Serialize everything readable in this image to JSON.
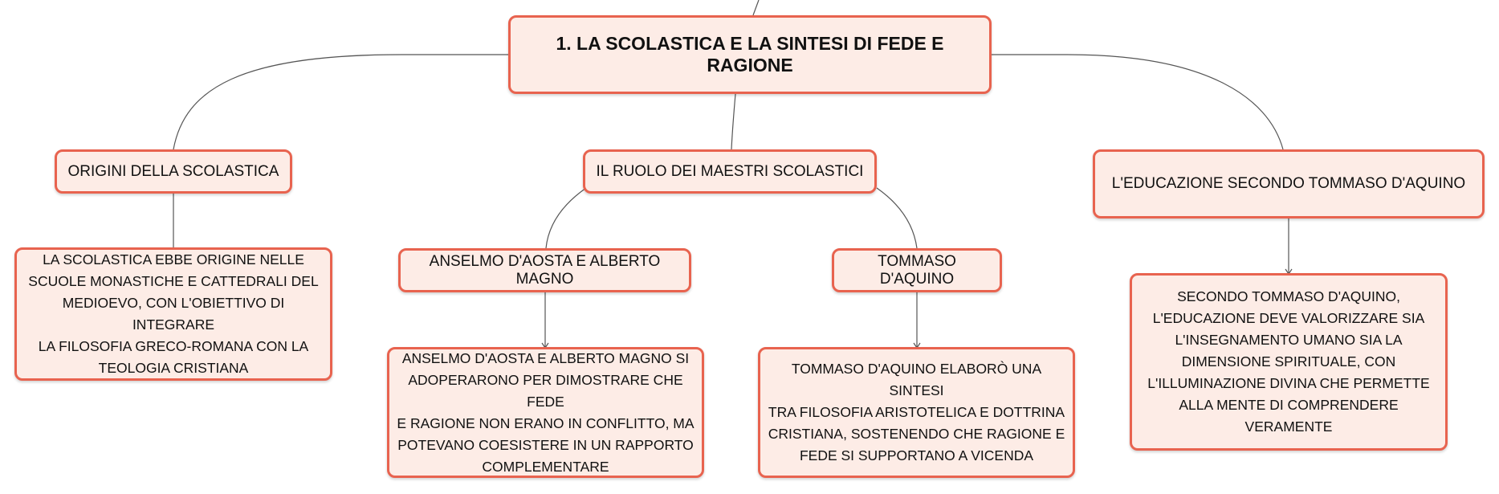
{
  "mindmap": {
    "root": "1. LA SCOLASTICA E LA SINTESI DI FEDE E RAGIONE",
    "topics": {
      "origini": "ORIGINI DELLA SCOLASTICA",
      "ruolo": "IL RUOLO DEI MAESTRI SCOLASTICI",
      "educazione": "L'EDUCAZIONE SECONDO TOMMASO D'AQUINO",
      "anselmo": "ANSELMO D'AOSTA E ALBERTO MAGNO",
      "tommaso": "TOMMASO D'AQUINO"
    },
    "details": {
      "origini": [
        "LA SCOLASTICA EBBE ORIGINE NELLE",
        "SCUOLE MONASTICHE E CATTEDRALI DEL",
        "MEDIOEVO, CON L'OBIETTIVO DI INTEGRARE",
        "LA FILOSOFIA GRECO-ROMANA CON LA",
        "TEOLOGIA CRISTIANA"
      ],
      "anselmo": [
        "ANSELMO D'AOSTA E ALBERTO MAGNO SI",
        "ADOPERARONO PER DIMOSTRARE CHE FEDE",
        "E RAGIONE NON ERANO IN CONFLITTO, MA",
        "POTEVANO COESISTERE IN UN RAPPORTO",
        "COMPLEMENTARE"
      ],
      "tommaso": [
        "TOMMASO D'AQUINO ELABORÒ UNA SINTESI",
        "TRA FILOSOFIA ARISTOTELICA E DOTTRINA",
        "CRISTIANA, SOSTENENDO CHE RAGIONE E",
        "FEDE SI SUPPORTANO A VICENDA"
      ],
      "educazione": [
        "SECONDO TOMMASO D'AQUINO,",
        "L'EDUCAZIONE DEVE VALORIZZARE SIA",
        "L'INSEGNAMENTO UMANO SIA LA",
        "DIMENSIONE SPIRITUALE, CON",
        "L'ILLUMINAZIONE DIVINA CHE PERMETTE",
        "ALLA MENTE DI COMPRENDERE VERAMENTE"
      ]
    },
    "colors": {
      "node_border": "#e8634f",
      "node_fill": "#fdece6",
      "connector": "#555555",
      "text": "#111111"
    }
  }
}
